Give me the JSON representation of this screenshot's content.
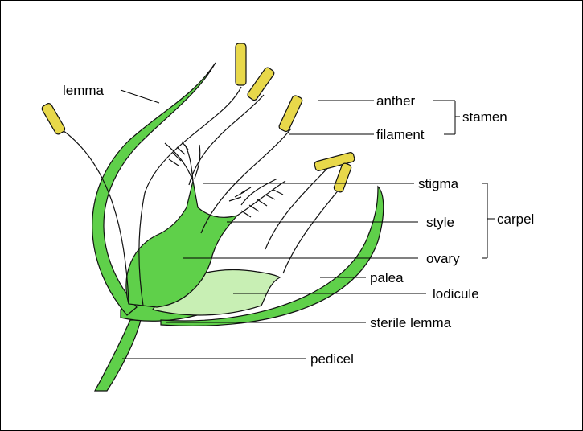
{
  "labels": {
    "lemma": "lemma",
    "anther": "anther",
    "filament": "filament",
    "stamen": "stamen",
    "stigma": "stigma",
    "style": "style",
    "carpel": "carpel",
    "ovary": "ovary",
    "palea": "palea",
    "lodicule": "lodicule",
    "sterile_lemma": "sterile lemma",
    "pedicel": "pedicel"
  },
  "colors": {
    "green": "#5fd04a",
    "green_light": "#9be07e",
    "palea_fill": "#c8efb4",
    "anther": "#e8d84a",
    "outline": "#111111"
  }
}
